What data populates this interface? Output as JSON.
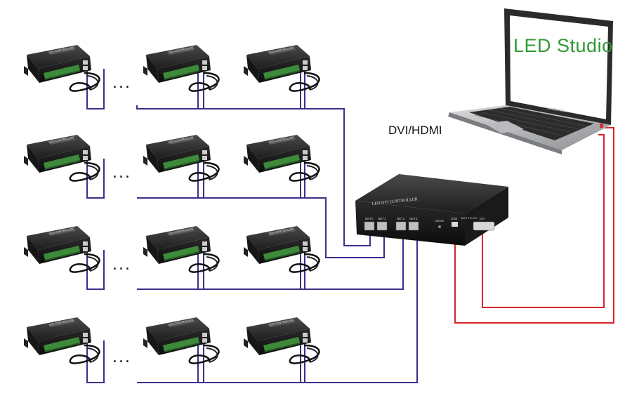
{
  "laptop": {
    "screen_text": "LED Studio",
    "brand": "SAMSUNG"
  },
  "main_controller": {
    "label": "LED DVI CONTROLLER",
    "ports": [
      "NET0",
      "NET1",
      "NET2",
      "NET3",
      "DEVE",
      "USB",
      "BUS TO DVI",
      "DVI"
    ]
  },
  "sub_controller": {
    "label": "LED CONTROLLER"
  },
  "connection_label": "DVI/HDMI",
  "ellipsis": "...",
  "rows": 4,
  "controllers_per_row": 3,
  "colors": {
    "net_cable": "#3a2f8c",
    "dvi_cable": "#d9232a",
    "screen_text": "#2f9a36"
  }
}
